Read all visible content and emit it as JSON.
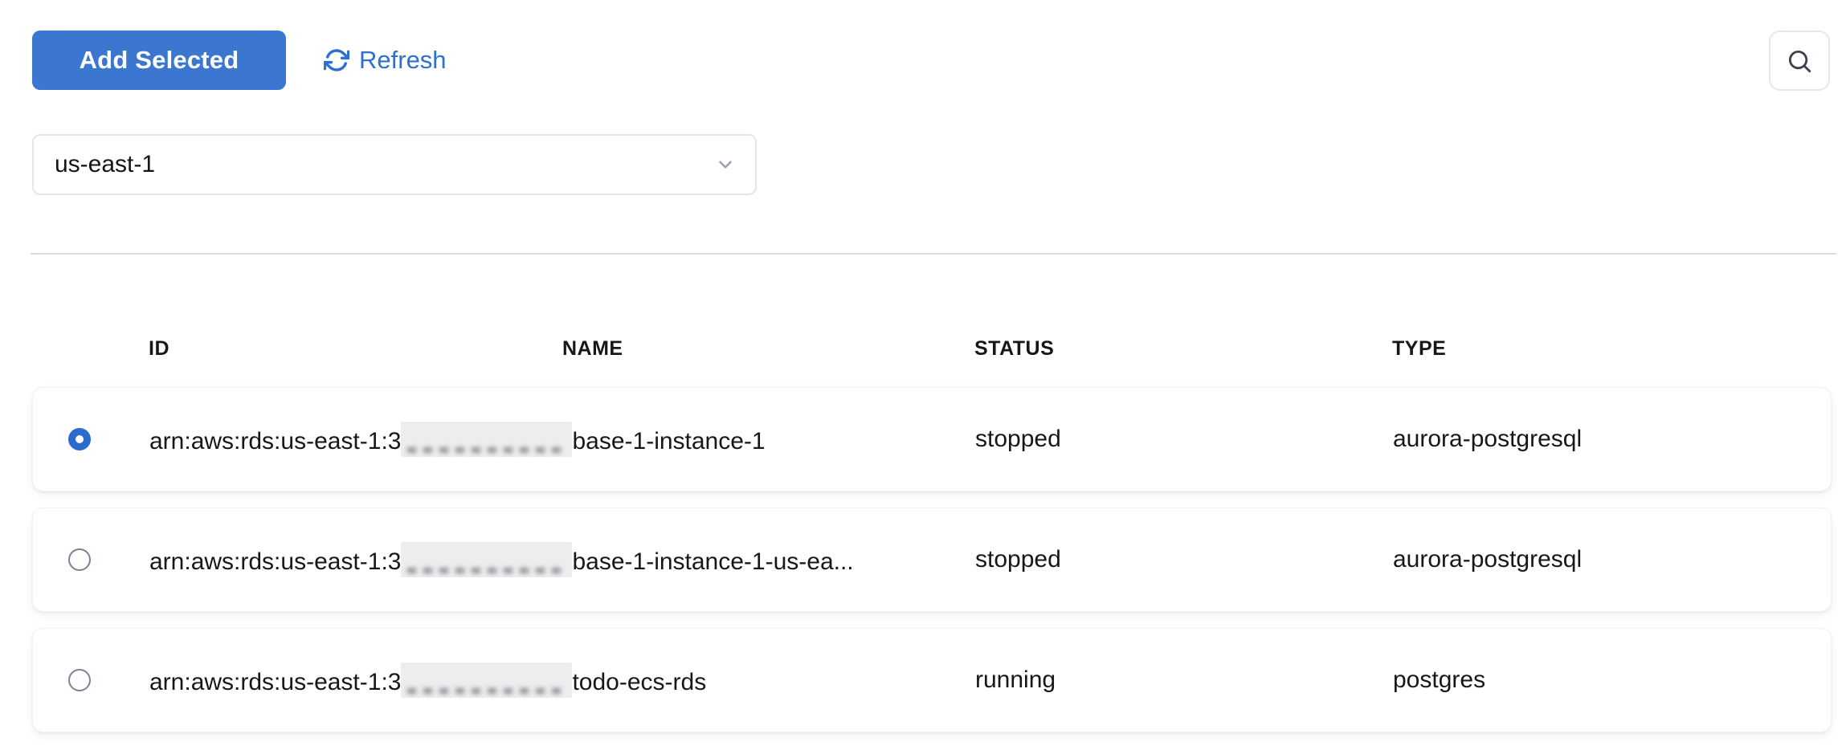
{
  "toolbar": {
    "add_selected_label": "Add Selected",
    "refresh_label": "Refresh"
  },
  "icons": {
    "refresh": "refresh-icon",
    "search": "search-icon",
    "chevron": "chevron-down-icon"
  },
  "region_select": {
    "value": "us-east-1"
  },
  "table": {
    "columns": [
      "ID",
      "NAME",
      "STATUS",
      "TYPE"
    ],
    "rows": [
      {
        "selected": true,
        "id_prefix": "arn:aws:rds:us-east-1:3",
        "id_redacted": true,
        "id_suffix": "base-1-instance-1",
        "status": "stopped",
        "type": "aurora-postgresql"
      },
      {
        "selected": false,
        "id_prefix": "arn:aws:rds:us-east-1:3",
        "id_redacted": true,
        "id_suffix": "base-1-instance-1-us-ea...",
        "status": "stopped",
        "type": "aurora-postgresql"
      },
      {
        "selected": false,
        "id_prefix": "arn:aws:rds:us-east-1:3",
        "id_redacted": true,
        "id_suffix": "todo-ecs-rds",
        "status": "running",
        "type": "postgres"
      }
    ]
  },
  "colors": {
    "primary_blue": "#3b76d1",
    "link_blue": "#2e70d1",
    "radio_blue": "#2a6ccd",
    "divider": "#d9dce4"
  }
}
